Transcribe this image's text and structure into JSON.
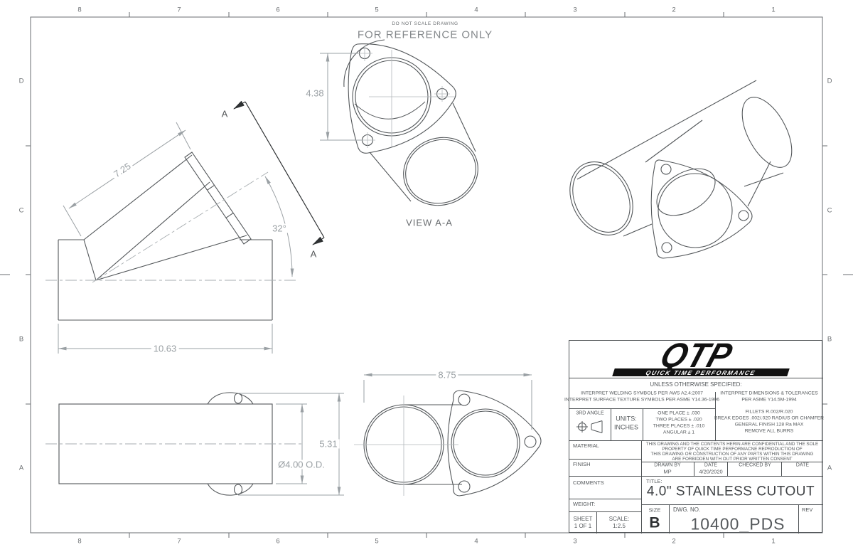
{
  "sheet": {
    "do_not_scale": "DO NOT SCALE DRAWING",
    "reference_only": "FOR REFERENCE ONLY",
    "zones": {
      "columns": [
        "8",
        "7",
        "6",
        "5",
        "4",
        "3",
        "2",
        "1"
      ],
      "rows": [
        "D",
        "C",
        "B",
        "A"
      ]
    }
  },
  "views": {
    "section_a_top": "A",
    "section_a_bottom": "A",
    "view_aa_label": "VIEW A-A"
  },
  "dimensions": {
    "flange_height": "4.38",
    "branch_length": "7.25",
    "branch_angle": "32°",
    "body_length": "10.63",
    "assembly_width": "8.75",
    "overall_height": "5.31",
    "tube_od": "Ø4.00 O.D."
  },
  "title_block": {
    "logo": {
      "brand": "QTP",
      "tagline": "QUICK TIME PERFORMANCE"
    },
    "spec_header": "UNLESS OTHERWISE SPECIFIED:",
    "welding_note_1": "INTERPRET WELDING SYMBOLS PER AWS A2.4:2007",
    "welding_note_2": "INTERPRET SURFACE TEXTURE SYMBOLS PER ASME Y14.36-1996",
    "dim_note_1": "INTERPRET DIMENSIONS & TOLERANCES",
    "dim_note_2": "PER ASME Y14.5M-1994",
    "third_angle_label": "3RD ANGLE",
    "units_label": "UNITS:",
    "units_value": "INCHES",
    "tol_one_place": "ONE PLACE ± .030",
    "tol_two_places": "TWO PLACES ± .020",
    "tol_three_places": "THREE PLACES ± .010",
    "tol_angular": "ANGULAR ± 1",
    "fillets_note": "FILLETS R.002/R.020",
    "break_edges_note": "BREAK EDGES .002/.020 RADIUS OR CHAMFER",
    "finish_spec_note": "GENERAL FINISH 128 Ra MAX",
    "burrs_note": "REMOVE ALL BURRS",
    "material_label": "MATERIAL",
    "finish_label": "FINISH",
    "comments_label": "COMMENTS",
    "weight_label": "WEIGHT:",
    "confidential_1": "THIS DRAWING AND THE CONTENTS HERIN ARE CONFIDENTIAL AND THE SOLE",
    "confidential_2": "PROPERTY OF QUICK TIME PERFORMACNE REPRODUCTION OF",
    "confidential_3": "THIS DRAWING OR CONSTRUCTION OF ANY PARTS WITHIN THIS DRAWING",
    "confidential_4": "ARE FORBIDDEN WITH OUT PRIOR WRITTEN CONSENT",
    "drawn_by_label": "DRAWN BY",
    "drawn_by_value": "MP",
    "date_label": "DATE",
    "date_value": "4/20/2020",
    "checked_by_label": "CHECKED BY",
    "checked_date_label": "DATE",
    "title_label": "TITLE:",
    "title_value": "4.0\" STAINLESS CUTOUT",
    "sheet_label": "SHEET",
    "sheet_value": "1 OF 1",
    "scale_label": "SCALE:",
    "scale_value": "1:2.5",
    "size_label": "SIZE",
    "size_value": "B",
    "dwg_label": "DWG. NO.",
    "dwg_value": "10400_PDS",
    "rev_label": "REV"
  },
  "colors": {
    "part_line": "#53575a",
    "dimension_line": "#9aa0a4",
    "section_line": "#3c3f41",
    "border_line": "#6a6e71",
    "title_text": "#54585b",
    "logo_black": "#111111"
  }
}
